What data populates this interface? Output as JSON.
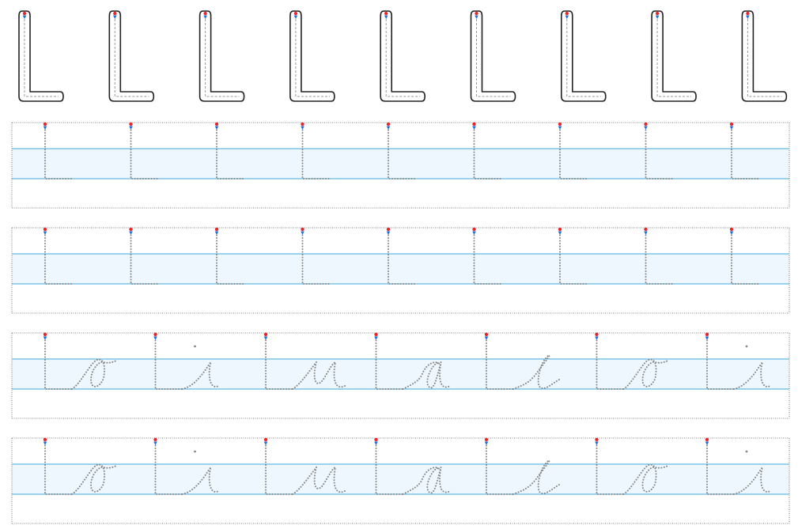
{
  "worksheet": {
    "letter": "L",
    "colors": {
      "guide_line": "#3fa9dc",
      "band_fill": "#eef7fd",
      "trace_dots": "#888888",
      "start_dot": "#e8262b",
      "direction_arrow": "#1e6fd9",
      "outline": "#222222",
      "border": "#555555"
    },
    "rows": [
      {
        "kind": "big-outline",
        "items": [
          "L",
          "L",
          "L",
          "L",
          "L",
          "L",
          "L",
          "L",
          "L"
        ]
      },
      {
        "kind": "print-trace",
        "items": [
          "L",
          "L",
          "L",
          "L",
          "L",
          "L",
          "L",
          "L",
          "L"
        ]
      },
      {
        "kind": "print-trace",
        "items": [
          "L",
          "L",
          "L",
          "L",
          "L",
          "L",
          "L",
          "L",
          "L"
        ]
      },
      {
        "kind": "cursive-trace",
        "items": [
          "Lo",
          "Li",
          "Lu",
          "La",
          "Le",
          "Lo",
          "Li"
        ]
      },
      {
        "kind": "cursive-trace",
        "items": [
          "Lo",
          "Li",
          "Lu",
          "La",
          "Le",
          "Lo",
          "Li"
        ]
      }
    ]
  }
}
